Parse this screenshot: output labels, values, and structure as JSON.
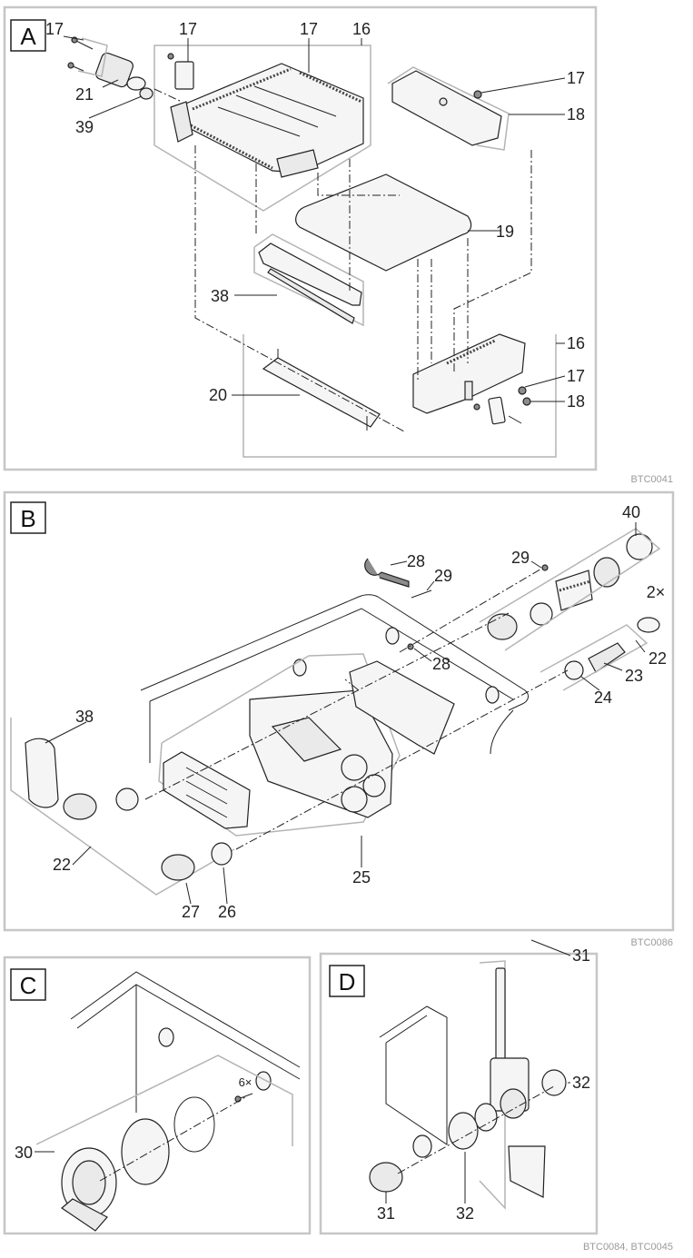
{
  "panels": [
    {
      "letter": "A",
      "code": "BTC0041",
      "callouts": [
        "17",
        "17",
        "17",
        "16",
        "21",
        "39",
        "17",
        "18",
        "19",
        "38",
        "16",
        "17",
        "18",
        "20"
      ]
    },
    {
      "letter": "B",
      "code": "BTC0086",
      "callouts": [
        "40",
        "28",
        "29",
        "29",
        "2×",
        "28",
        "22",
        "23",
        "24",
        "38",
        "22",
        "25",
        "27",
        "26"
      ]
    },
    {
      "letter": "C",
      "callouts": [
        "6×",
        "30"
      ]
    },
    {
      "letter": "D",
      "callouts": [
        "31",
        "32",
        "31",
        "32"
      ]
    }
  ],
  "footer_code": "BTC0084, BTC0045"
}
